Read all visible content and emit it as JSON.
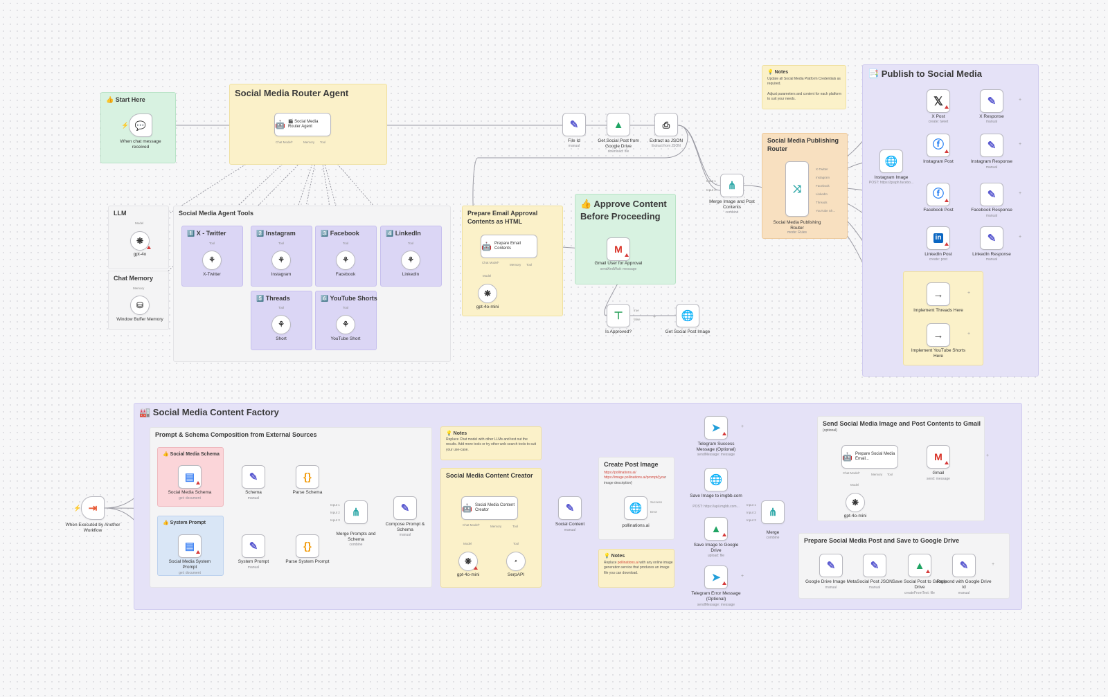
{
  "stickies": {
    "start": {
      "title": "👍 Start Here"
    },
    "router": {
      "title": "Social Media Router Agent"
    },
    "llm": {
      "title": "LLM"
    },
    "memory": {
      "title": "Chat Memory"
    },
    "tools": {
      "title": "Social Media Agent Tools"
    },
    "x": {
      "title": "1️⃣ X - Twitter"
    },
    "ig": {
      "title": "2️⃣ Instagram"
    },
    "fb": {
      "title": "3️⃣ Facebook"
    },
    "li": {
      "title": "4️⃣ LinkedIn"
    },
    "th": {
      "title": "5️⃣ Threads"
    },
    "yt": {
      "title": "6️⃣ YouTube Shorts"
    },
    "prepare_email": {
      "title": "Prepare Email Approval Contents as HTML"
    },
    "approve": {
      "title": "👍 Approve Content Before Proceeding"
    },
    "notes_top": {
      "title": "💡 Notes",
      "body": "Update all Social Media Platform Credentials as required.\n\nAdjust parameters and content for each platform to suit your needs."
    },
    "publishing_router": {
      "title": "Social Media Publishing Router"
    },
    "publish": {
      "title": "📑 Publish to Social Media"
    },
    "factory": {
      "title": "🏭 Social Media Content Factory"
    },
    "prompt_schema": {
      "title": "Prompt & Schema Composition from External Sources"
    },
    "schema_box": {
      "title": "👍 Social Media Schema"
    },
    "system_box": {
      "title": "👍 System Prompt"
    },
    "notes_mid": {
      "title": "💡 Notes",
      "body": "Replace Chat model with other LLMs and test out the results. Add more tools or try other web search tools to suit your use-case."
    },
    "creator": {
      "title": "Social Media Content Creator"
    },
    "create_image": {
      "title": "Create Post Image",
      "link1": "https://pollinations.ai/",
      "link2": "https://image.pollinations.ai/prompt/{you",
      "body": "r image description}"
    },
    "notes_bottom": {
      "title": "💡 Notes",
      "pre": "Replace ",
      "link": "pollinations.ai",
      "body": " with any online image generation service that produces an image file you can download."
    },
    "send_gmail": {
      "title": "Send Social Media Image and Post Contents to Gmail",
      "sub": "(optional)"
    },
    "save_drive": {
      "title": "Prepare Social Media Post and Save to Google Drive"
    }
  },
  "nodes": {
    "chat_trigger": {
      "label": "When chat message received",
      "icon": "chat-bubbles-icon"
    },
    "router_agent": {
      "label": "🎬 Social Media Router Agent",
      "ports": [
        "Chat Model*",
        "Memory",
        "Tool"
      ]
    },
    "gpt4o": {
      "label": "gpt-4o",
      "port": "Model"
    },
    "window_memory": {
      "label": "Window Buffer Memory",
      "port": "Memory"
    },
    "x_twitter": {
      "label": "X-Twitter"
    },
    "instagram": {
      "label": "Instagram"
    },
    "facebook": {
      "label": "Facebook"
    },
    "linkedin": {
      "label": "LinkedIn"
    },
    "short": {
      "label": "Short"
    },
    "youtube_short": {
      "label": "YouTube Short"
    },
    "tool_port": "Tool",
    "file_id": {
      "label": "File Id",
      "sub": "manual"
    },
    "get_drive": {
      "label": "Get Social Post from Google Drive",
      "sub": "download: file"
    },
    "extract_json": {
      "label": "Extract as JSON",
      "sub": "Extract from JSON"
    },
    "merge_image_post": {
      "label": "Merge Image and Post Contents",
      "sub": "combine",
      "ports": [
        "Input 1",
        "Input 2"
      ]
    },
    "pub_router": {
      "label": "Social Media Publishing Router",
      "sub": "mode: Rules",
      "outputs": [
        "X-Twitter",
        "Instagram",
        "Facebook",
        "LinkedIn",
        "Threads",
        "YouTube Sh..."
      ]
    },
    "prep_email": {
      "label": "Prepare Email Contents",
      "ports": [
        "Chat Model*",
        "Memory",
        "Tool"
      ]
    },
    "gpt4omini_a": {
      "label": "gpt-4o-mini",
      "port": "Model"
    },
    "gmail_approval": {
      "label": "Gmail User for Approval",
      "sub": "sendAndWait: message"
    },
    "is_approved": {
      "label": "Is Approved?",
      "outs": [
        "true",
        "false"
      ]
    },
    "get_social_img": {
      "label": "Get Social Post Image"
    },
    "x_post": {
      "label": "X Post",
      "sub": "create: tweet"
    },
    "x_resp": {
      "label": "X Response",
      "sub": "manual"
    },
    "ig_image": {
      "label": "Instagram Image",
      "sub": "POST: https://graph.facebo..."
    },
    "ig_post": {
      "label": "Instagram Post"
    },
    "ig_resp": {
      "label": "Instagram Response",
      "sub": "manual"
    },
    "fb_post": {
      "label": "Facebook Post"
    },
    "fb_resp": {
      "label": "Facebook Response",
      "sub": "manual"
    },
    "li_post": {
      "label": "LinkedIn Post",
      "sub": "create: post"
    },
    "li_resp": {
      "label": "LinkedIn Response",
      "sub": "manual"
    },
    "impl_threads": {
      "label": "Implement Threads Here"
    },
    "impl_yt": {
      "label": "Implement YouTube Shorts Here"
    },
    "exec_trigger": {
      "label": "When Executed by Another Workflow"
    },
    "schema_doc": {
      "label": "Social Media Schema",
      "sub": "get: document"
    },
    "schema": {
      "label": "Schema",
      "sub": "manual"
    },
    "parse_schema": {
      "label": "Parse Schema"
    },
    "sys_doc": {
      "label": "Social Media System Prompt",
      "sub": "get: document"
    },
    "sys_prompt": {
      "label": "System Prompt",
      "sub": "manual"
    },
    "parse_sys": {
      "label": "Parse System Prompt"
    },
    "merge_prompts": {
      "label": "Merge Prompts and Schema",
      "sub": "combine",
      "ports": [
        "Input 1",
        "Input 2",
        "Input 3"
      ]
    },
    "compose": {
      "label": "Compose Prompt & Schema",
      "sub": "manual"
    },
    "content_creator": {
      "label": "Social Media Content Creator",
      "ports": [
        "Chat Model*",
        "Memory",
        "Tool"
      ]
    },
    "gpt4omini_b": {
      "label": "gpt-4o-mini",
      "port": "Model"
    },
    "serpapi": {
      "label": "SerpAPI",
      "port": "Tool"
    },
    "social_content": {
      "label": "Social Content",
      "sub": "manual"
    },
    "pollinations": {
      "label": "pollinations.ai",
      "outs": [
        "Success",
        "Error"
      ]
    },
    "tg_success": {
      "label": "Telegram Success Message (Optional)",
      "sub": "sendMessage: message"
    },
    "imgbb": {
      "label": "Save Image to imgbb.com",
      "sub": "POST: https://api.imgbb.com..."
    },
    "save_img_drive": {
      "label": "Save Image to Google Drive",
      "sub": "upload: file"
    },
    "tg_error": {
      "label": "Telegram Error Message (Optional)",
      "sub": "sendMessage: message"
    },
    "merge": {
      "label": "Merge",
      "sub": "combine",
      "ports": [
        "Input 1",
        "Input 2",
        "Input 3"
      ]
    },
    "prep_gmail": {
      "label": "Prepare Social Media Email...",
      "ports": [
        "Chat Model*",
        "Memory",
        "Tool"
      ]
    },
    "gmail": {
      "label": "Gmail",
      "sub": "send: message"
    },
    "gpt4omini_c": {
      "label": "gpt-4o-mini",
      "port": "Model"
    },
    "drive_meta": {
      "label": "Google Drive Image Meta",
      "sub": "manual"
    },
    "post_json": {
      "label": "Social Post JSON",
      "sub": "manual"
    },
    "save_post_drive": {
      "label": "Save Social Post to Google Drive",
      "sub": "createFromText: file"
    },
    "respond": {
      "label": "Respond with Google Drive Id",
      "sub": "manual"
    }
  }
}
